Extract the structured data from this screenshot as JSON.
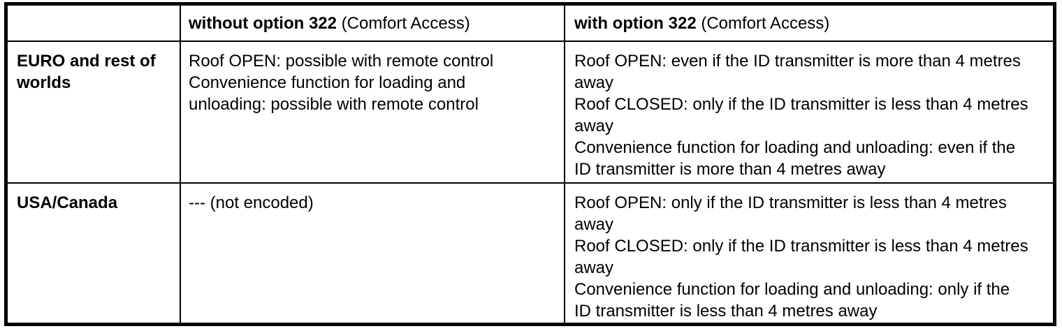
{
  "table": {
    "header": {
      "corner": "",
      "without": {
        "bold": "without option 322",
        "normal": " (Comfort Access)"
      },
      "with": {
        "bold": "with option 322",
        "normal": " (Comfort Access)"
      }
    },
    "rows": [
      {
        "region": "EURO and rest of\nworlds",
        "without_option": "Roof OPEN: possible with remote control\nConvenience function for loading and\nunloading: possible with remote control",
        "with_option": "Roof OPEN: even if the ID transmitter is more than 4 metres\naway\nRoof CLOSED: only if the ID transmitter is less than 4 metres\naway\nConvenience function for loading and unloading: even if the\nID transmitter is more than 4 metres away"
      },
      {
        "region": "USA/Canada",
        "without_option": "--- (not encoded)",
        "with_option": "Roof OPEN: only if the ID transmitter is less than 4 metres\naway\nRoof CLOSED: only if the ID transmitter is less than 4 metres\naway\nConvenience function for loading and unloading: only if the\nID transmitter is less than 4 metres away"
      }
    ],
    "border_color": "#000000",
    "background_color": "#ffffff",
    "text_color": "#000000"
  }
}
